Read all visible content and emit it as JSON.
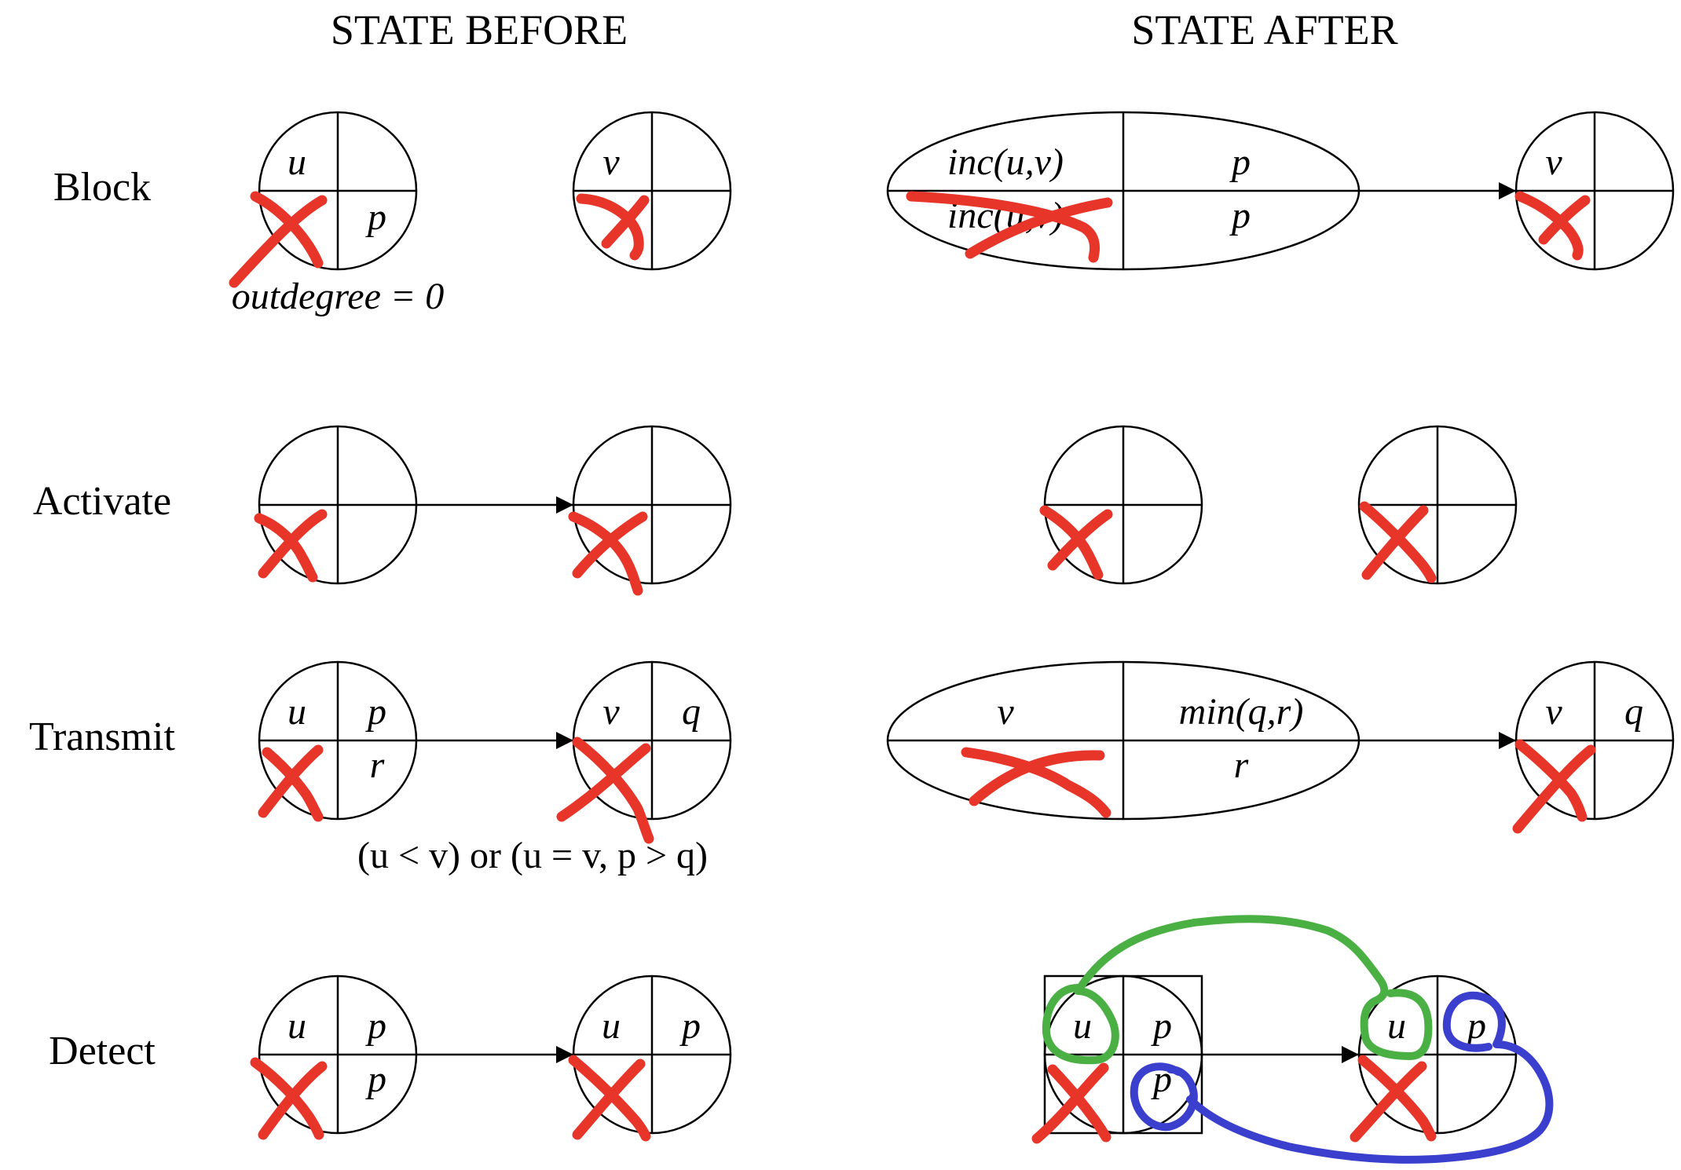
{
  "headers": {
    "before": "STATE BEFORE",
    "after": "STATE AFTER"
  },
  "rows": {
    "block": {
      "label": "Block",
      "before_node1": {
        "top_left": "u",
        "bottom_right": "p"
      },
      "before_condition": "outdegree = 0",
      "before_node2": {
        "top_left": "v"
      },
      "after_merged": {
        "top_left": "inc(u,v)",
        "top_right": "p",
        "bottom_left": "inc(u,v)",
        "bottom_right": "p"
      },
      "after_node": {
        "top_left": "v"
      }
    },
    "activate": {
      "label": "Activate"
    },
    "transmit": {
      "label": "Transmit",
      "before_node1": {
        "top_left": "u",
        "top_right": "p",
        "bottom_right": "r"
      },
      "before_node2": {
        "top_left": "v",
        "top_right": "q"
      },
      "before_condition": "(u < v) or (u = v, p > q)",
      "after_merged": {
        "top_left": "v",
        "top_right": "min(q,r)",
        "bottom_right": "r"
      },
      "after_node": {
        "top_left": "v",
        "top_right": "q"
      }
    },
    "detect": {
      "label": "Detect",
      "before_node1": {
        "top_left": "u",
        "top_right": "p",
        "bottom_right": "p"
      },
      "before_node2": {
        "top_left": "u",
        "top_right": "p"
      },
      "after_node1": {
        "top_left": "u",
        "top_right": "p",
        "bottom_right": "p"
      },
      "after_node2": {
        "top_left": "u",
        "top_right": "p"
      }
    }
  },
  "colors": {
    "strike": "#e8352a",
    "green_link": "#4ab043",
    "blue_link": "#3b3fce"
  }
}
